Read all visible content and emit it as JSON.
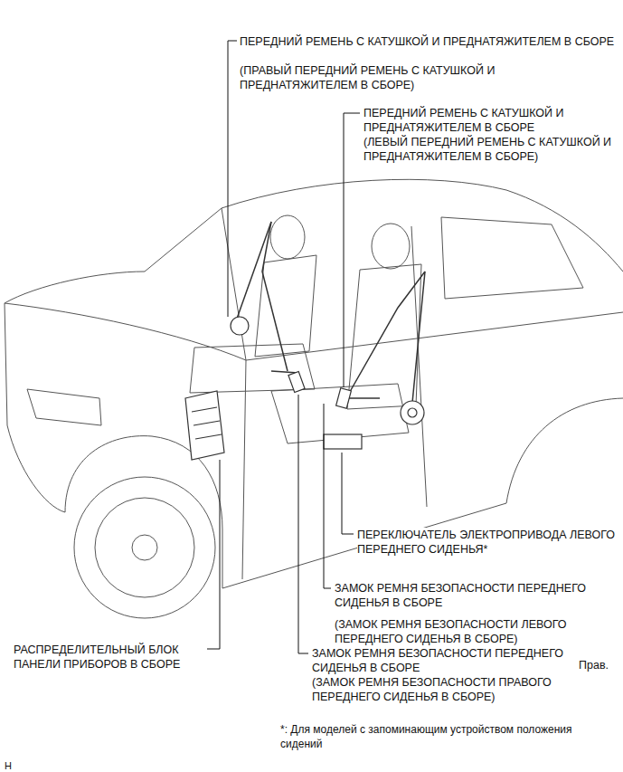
{
  "diagram": {
    "labels": [
      "ПЕРЕДНИЙ РЕМЕНЬ С КАТУШКОЙ И ПРЕДНАТЯЖИТЕЛЕМ В СБОРЕ",
      "(ПРАВЫЙ ПЕРЕДНИЙ РЕМЕНЬ С КАТУШКОЙ И ПРЕДНАТЯЖИТЕЛЕМ В СБОРЕ)",
      "ПЕРЕДНИЙ РЕМЕНЬ С КАТУШКОЙ И ПРЕДНАТЯЖИТЕЛЕМ В СБОРЕ",
      "(ЛЕВЫЙ ПЕРЕДНИЙ РЕМЕНЬ С КАТУШКОЙ И ПРЕДНАТЯЖИТЕЛЕМ В СБОРЕ)",
      "ПЕРЕКЛЮЧАТЕЛЬ ЭЛЕКТРОПРИВОДА ЛЕВОГО ПЕРЕДНЕГО СИДЕНЬЯ*",
      "ЗАМОК РЕМНЯ БЕЗОПАСНОСТИ ПЕРЕДНЕГО СИДЕНЬЯ В СБОРЕ",
      "(ЗАМОК РЕМНЯ БЕЗОПАСНОСТИ ЛЕВОГО ПЕРЕДНЕГО СИДЕНЬЯ В СБОРЕ)",
      "РАСПРЕДЕЛИТЕЛЬНЫЙ БЛОК ПАНЕЛИ ПРИБОРОВ В СБОРЕ",
      "ЗАМОК РЕМНЯ БЕЗОПАСНОСТИ ПЕРЕДНЕГО СИДЕНЬЯ В СБОРЕ",
      "Прав.",
      "(ЗАМОК РЕМНЯ БЕЗОПАСНОСТИ ПРАВОГО ПЕРЕДНЕГО СИДЕНЬЯ В СБОРЕ)",
      "*: Для моделей с запоминающим устройством положения сидений",
      "H"
    ]
  }
}
